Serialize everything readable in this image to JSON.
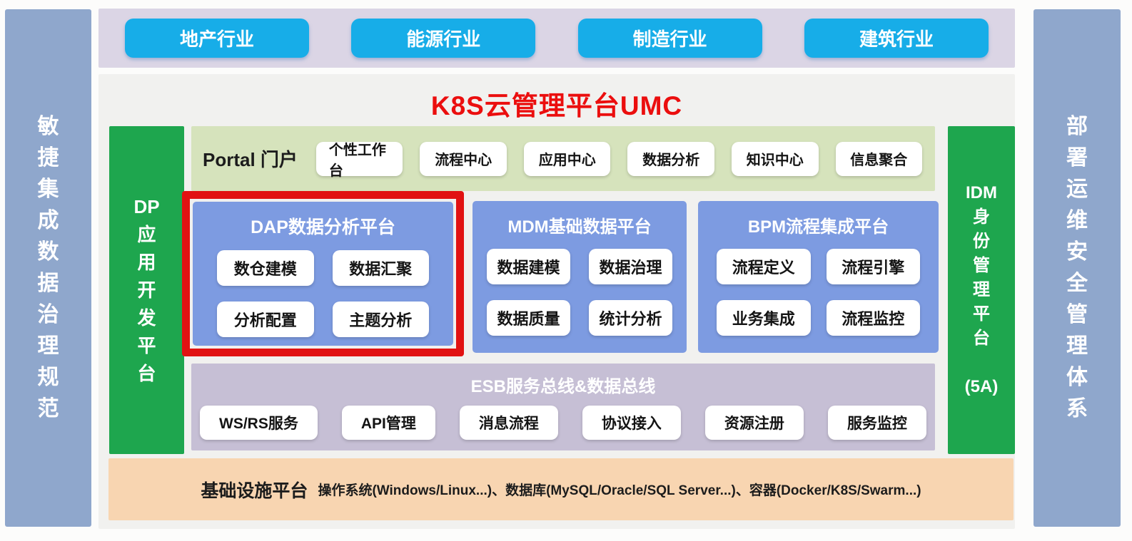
{
  "side_bars": {
    "left": "敏\n捷\n集\n成\n数\n据\n治\n理\n规\n范",
    "right": "部\n署\n运\n维\n安\n全\n管\n理\n体\n系"
  },
  "top_tabs": [
    "地产行业",
    "能源行业",
    "制造行业",
    "建筑行业"
  ],
  "title": "K8S云管理平台UMC",
  "dp_bar": "DP\n应\n用\n开\n发\n平\n台",
  "idm_bar": "IDM\n身\n份\n管\n理\n平\n台\n\n(5A)",
  "portal": {
    "label": "Portal 门户",
    "buttons": [
      "个性工作台",
      "流程中心",
      "应用中心",
      "数据分析",
      "知识中心",
      "信息聚合"
    ]
  },
  "panels": {
    "dap": {
      "title": "DAP数据分析平台",
      "buttons": [
        "数仓建模",
        "数据汇聚",
        "分析配置",
        "主题分析"
      ]
    },
    "mdm": {
      "title": "MDM基础数据平台",
      "buttons": [
        "数据建模",
        "数据治理",
        "数据质量",
        "统计分析"
      ]
    },
    "bpm": {
      "title": "BPM流程集成平台",
      "buttons": [
        "流程定义",
        "流程引擎",
        "业务集成",
        "流程监控"
      ]
    }
  },
  "esb": {
    "title": "ESB服务总线&数据总线",
    "buttons": [
      "WS/RS服务",
      "API管理",
      "消息流程",
      "协议接入",
      "资源注册",
      "服务监控"
    ]
  },
  "infra": {
    "label": "基础设施平台",
    "detail": "操作系统(Windows/Linux...)、数据库(MySQL/Oracle/SQL Server...)、容器(Docker/K8S/Swarm...)"
  },
  "colors": {
    "side_bar": "#8fa7cc",
    "industry_button": "#17ade8",
    "industry_strip": "#dbd5e5",
    "title_red": "#eb0e0e",
    "green_bar": "#1ea64e",
    "portal_row": "#d6e3bc",
    "blue_panel": "#7d9be1",
    "highlight_border": "#e11212",
    "esb_row": "#c6bfd5",
    "infra_row": "#f8d5b1",
    "main_panel": "#f1f1ef"
  }
}
